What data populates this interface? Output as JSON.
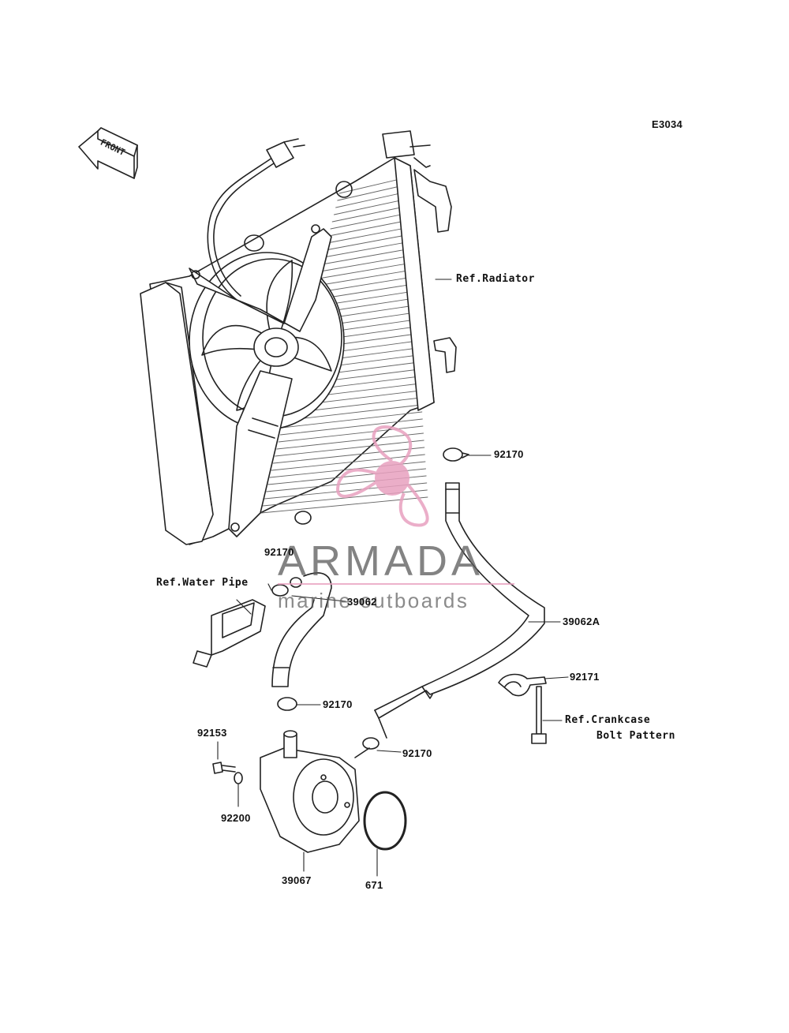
{
  "diagram_code": "E3034",
  "front_arrow_label": "FRONT",
  "watermark": {
    "brand": "ARMADA",
    "tagline": "marine outboards",
    "logo_color": "#e8a0bf"
  },
  "labels": {
    "ref_radiator": "Ref.Radiator",
    "part_92170_a": "92170",
    "part_92170_b": "92170",
    "ref_water_pipe": "Ref.Water Pipe",
    "part_39062": "39062",
    "part_39062A": "39062A",
    "part_92171": "92171",
    "ref_crankcase_1": "Ref.Crankcase",
    "ref_crankcase_2": "Bolt Pattern",
    "part_92170_c": "92170",
    "part_92170_d": "92170",
    "part_92153": "92153",
    "part_92200": "92200",
    "part_39067": "39067",
    "part_671": "671"
  }
}
